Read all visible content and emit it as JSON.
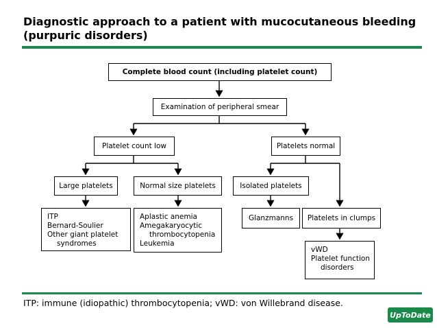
{
  "header": {
    "title": "Diagnostic approach to a patient with mucocutaneous bleeding (purpuric disorders)"
  },
  "colors": {
    "accent": "#1a8a4a"
  },
  "nodes": {
    "cbc": "Complete blood count (including platelet count)",
    "smear": "Examination of peripheral smear",
    "low": "Platelet count low",
    "normal": "Platelets normal",
    "large": "Large platelets",
    "normal_size": "Normal size platelets",
    "isolated": "Isolated platelets",
    "large_causes": [
      "ITP",
      "Bernard-Soulier",
      "Other giant platelet",
      "syndromes"
    ],
    "normal_size_causes": [
      "Aplastic anemia",
      "Amegakaryocytic",
      "thrombocytopenia",
      "Leukemia"
    ],
    "glanzmanns": "Glanzmanns",
    "clumps": "Platelets in clumps",
    "vwd_causes": [
      "vWD",
      "Platelet function",
      "disorders"
    ]
  },
  "footnote": "ITP: immune (idiopathic) thrombocytopenia; vWD: von Willebrand disease.",
  "logo": {
    "text": "UpToDate"
  }
}
